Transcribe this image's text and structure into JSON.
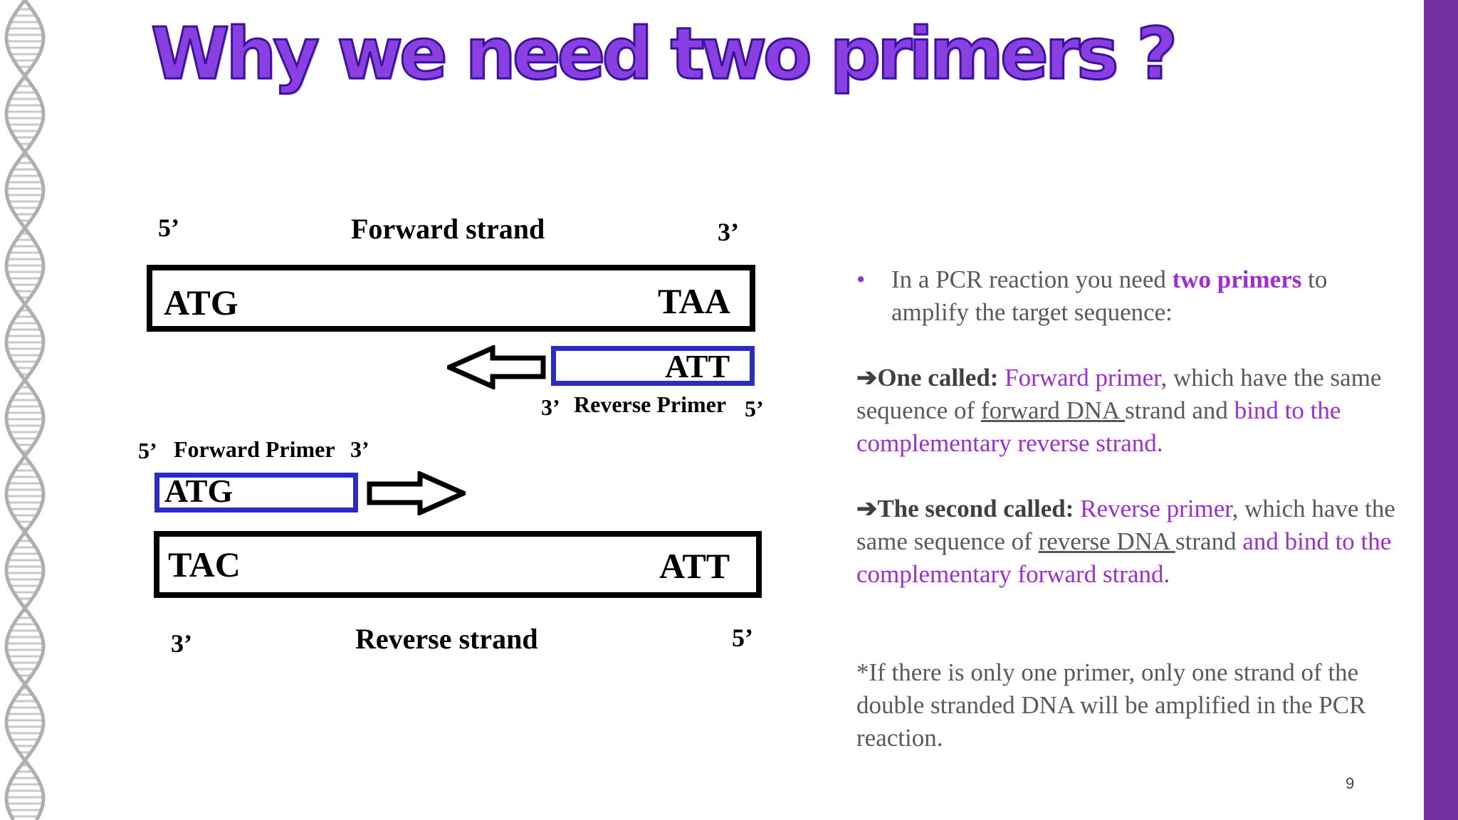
{
  "slide": {
    "title": "Why we need two primers ?",
    "page_number": "9",
    "accent_color": "#7030A0"
  },
  "diagram": {
    "top": {
      "five_prime": "5’",
      "label": "Forward strand",
      "three_prime": "3’",
      "seq_left": "ATG",
      "seq_right": "TAA"
    },
    "reverse_primer": {
      "seq": "ATT",
      "three_prime": "3’",
      "label": "Reverse Primer",
      "five_prime": "5’"
    },
    "forward_primer": {
      "five_prime": "5’",
      "label": "Forward Primer",
      "three_prime": "3’",
      "seq": "ATG"
    },
    "bottom": {
      "seq_left": "TAC",
      "seq_right": "ATT",
      "three_prime": "3’",
      "label": "Reverse strand",
      "five_prime": "5’"
    }
  },
  "text": {
    "bullet": "•",
    "intro_a": "In a PCR reaction you need ",
    "intro_b": "two primers",
    "intro_c": " to amplify the target sequence:",
    "arrow": "➔",
    "p1_a": "One called: ",
    "p1_b": "Forward primer",
    "p1_c": ", which have the same sequence of ",
    "p1_d": "forward DNA ",
    "p1_e": "strand and ",
    "p1_f": "bind to the complementary reverse strand",
    "p1_g": ".",
    "p2_a": "The second called: ",
    "p2_b": "Reverse primer",
    "p2_c": ", which have the same sequence of ",
    "p2_d": "reverse DNA ",
    "p2_e": "strand ",
    "p2_f": "and bind to the complementary forward strand",
    "p2_g": ".",
    "note": "*If there is only one primer, only one strand of the double stranded DNA will be amplified in the PCR reaction."
  }
}
